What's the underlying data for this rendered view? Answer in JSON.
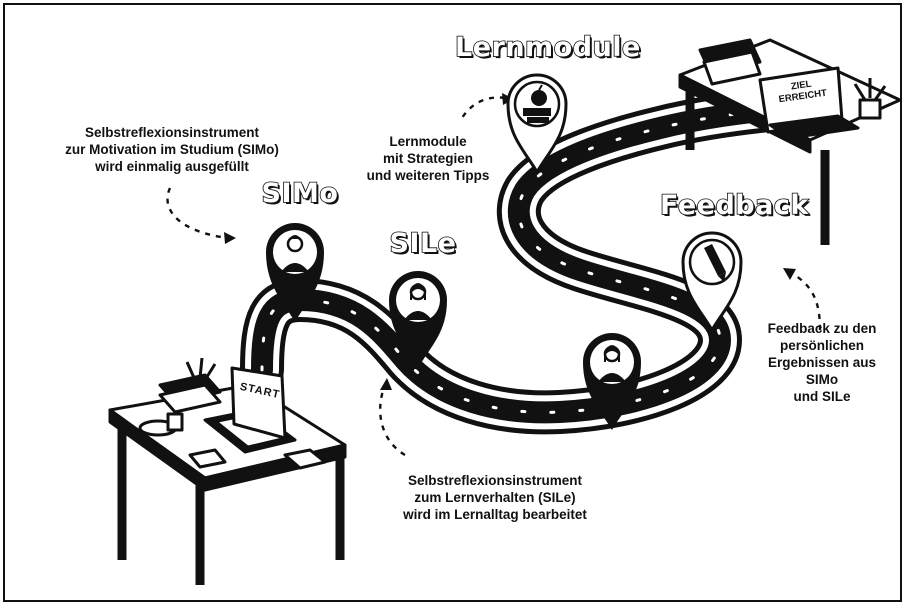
{
  "labels": {
    "simo_title": "SIMo",
    "sile_title": "SILe",
    "lernmodule_title": "Lernmodule",
    "feedback_title": "Feedback",
    "start_sign": "START",
    "ziel_sign": "ZIEL ERREICHT"
  },
  "annotations": {
    "simo": "Selbstreflexionsinstrument\nzur Motivation im Studium (SIMo)\nwird einmalig ausgefüllt",
    "lernmodule": "Lernmodule\nmit Strategien\nund weiteren Tipps",
    "feedback": "Feedback zu den\npersönlichen\nErgebnissen aus SIMo\nund SILe",
    "sile": "Selbstreflexionsinstrument\nzum Lernverhalten (SILe)\nwird im Lernalltag bearbeitet"
  }
}
